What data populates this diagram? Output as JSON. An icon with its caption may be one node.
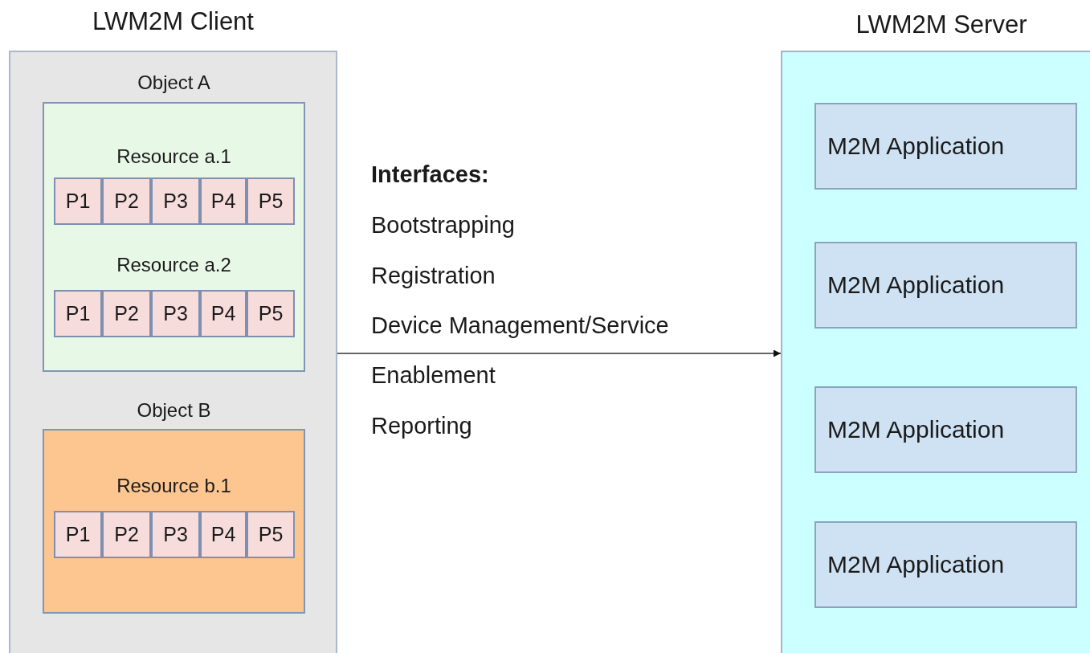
{
  "diagram": {
    "nodes": [
      {
        "text": [
          "LWM2M Client"
        ]
      },
      {
        "text": [
          "Object A",
          "Resource a.1",
          "Resource a.2"
        ],
        "in": 0
      },
      {
        "text": [
          "P1"
        ],
        "in": 1
      },
      {
        "text": [
          "P2"
        ],
        "in": 1
      },
      {
        "text": [
          "P3"
        ],
        "in": 1
      },
      {
        "text": [
          "P4"
        ],
        "in": 1
      },
      {
        "text": [
          "P5"
        ],
        "in": 1
      },
      {
        "text": [
          "P1"
        ],
        "in": 1
      },
      {
        "text": [
          "P2"
        ],
        "in": 1
      },
      {
        "text": [
          "P3"
        ],
        "in": 1
      },
      {
        "text": [
          "P4"
        ],
        "in": 1
      },
      {
        "text": [
          "P5"
        ],
        "in": 1
      },
      {
        "text": [
          "Object B",
          "Resource b.1"
        ],
        "in": 0
      },
      {
        "text": [
          "P1"
        ],
        "in": 12
      },
      {
        "text": [
          "P2"
        ],
        "in": 12
      },
      {
        "text": [
          "P3"
        ],
        "in": 12
      },
      {
        "text": [
          "P4"
        ],
        "in": 12
      },
      {
        "text": [
          "P5"
        ],
        "in": 12
      },
      {
        "text": [
          "LWM2M Server"
        ]
      },
      {
        "text": [
          "M2M Application"
        ],
        "in": 18
      },
      {
        "text": [
          "M2M Application"
        ],
        "in": 18
      },
      {
        "text": [
          "M2M Application"
        ],
        "in": 18
      },
      {
        "text": [
          "M2M Application"
        ],
        "in": 18
      }
    ],
    "edges": [
      {
        "from": 0,
        "to": 18,
        "arrow": "to"
      }
    ],
    "labels": [
      "Interfaces:",
      "Bootstrapping",
      "Registration",
      "Device Management/Service",
      "Enablement",
      "Reporting"
    ]
  }
}
